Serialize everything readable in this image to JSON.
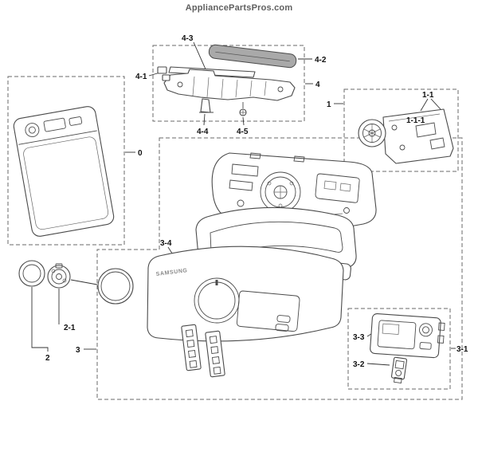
{
  "page": {
    "title": "AppliancePartsPros.com",
    "background": "#ffffff"
  },
  "diagram": {
    "type": "exploded-parts-diagram",
    "subject": "washer control panel assembly",
    "brand_text": "SAMSUNG",
    "colors": {
      "line": "#4a4a4a",
      "dashed_box": "#6a6a6a",
      "label": "#111111",
      "watermark": "#5f5f5f"
    },
    "labels": [
      {
        "id": "0",
        "text": "0"
      },
      {
        "id": "4-3",
        "text": "4-3"
      },
      {
        "id": "4-1",
        "text": "4-1"
      },
      {
        "id": "4-2",
        "text": "4-2"
      },
      {
        "id": "4",
        "text": "4"
      },
      {
        "id": "4-4",
        "text": "4-4"
      },
      {
        "id": "4-5",
        "text": "4-5"
      },
      {
        "id": "1",
        "text": "1"
      },
      {
        "id": "1-1",
        "text": "1-1"
      },
      {
        "id": "1-1-1",
        "text": "1-1-1"
      },
      {
        "id": "3-4",
        "text": "3-4"
      },
      {
        "id": "2-1",
        "text": "2-1"
      },
      {
        "id": "2",
        "text": "2"
      },
      {
        "id": "3",
        "text": "3"
      },
      {
        "id": "3-3",
        "text": "3-3"
      },
      {
        "id": "3-2",
        "text": "3-2"
      },
      {
        "id": "3-1",
        "text": "3-1"
      }
    ]
  }
}
